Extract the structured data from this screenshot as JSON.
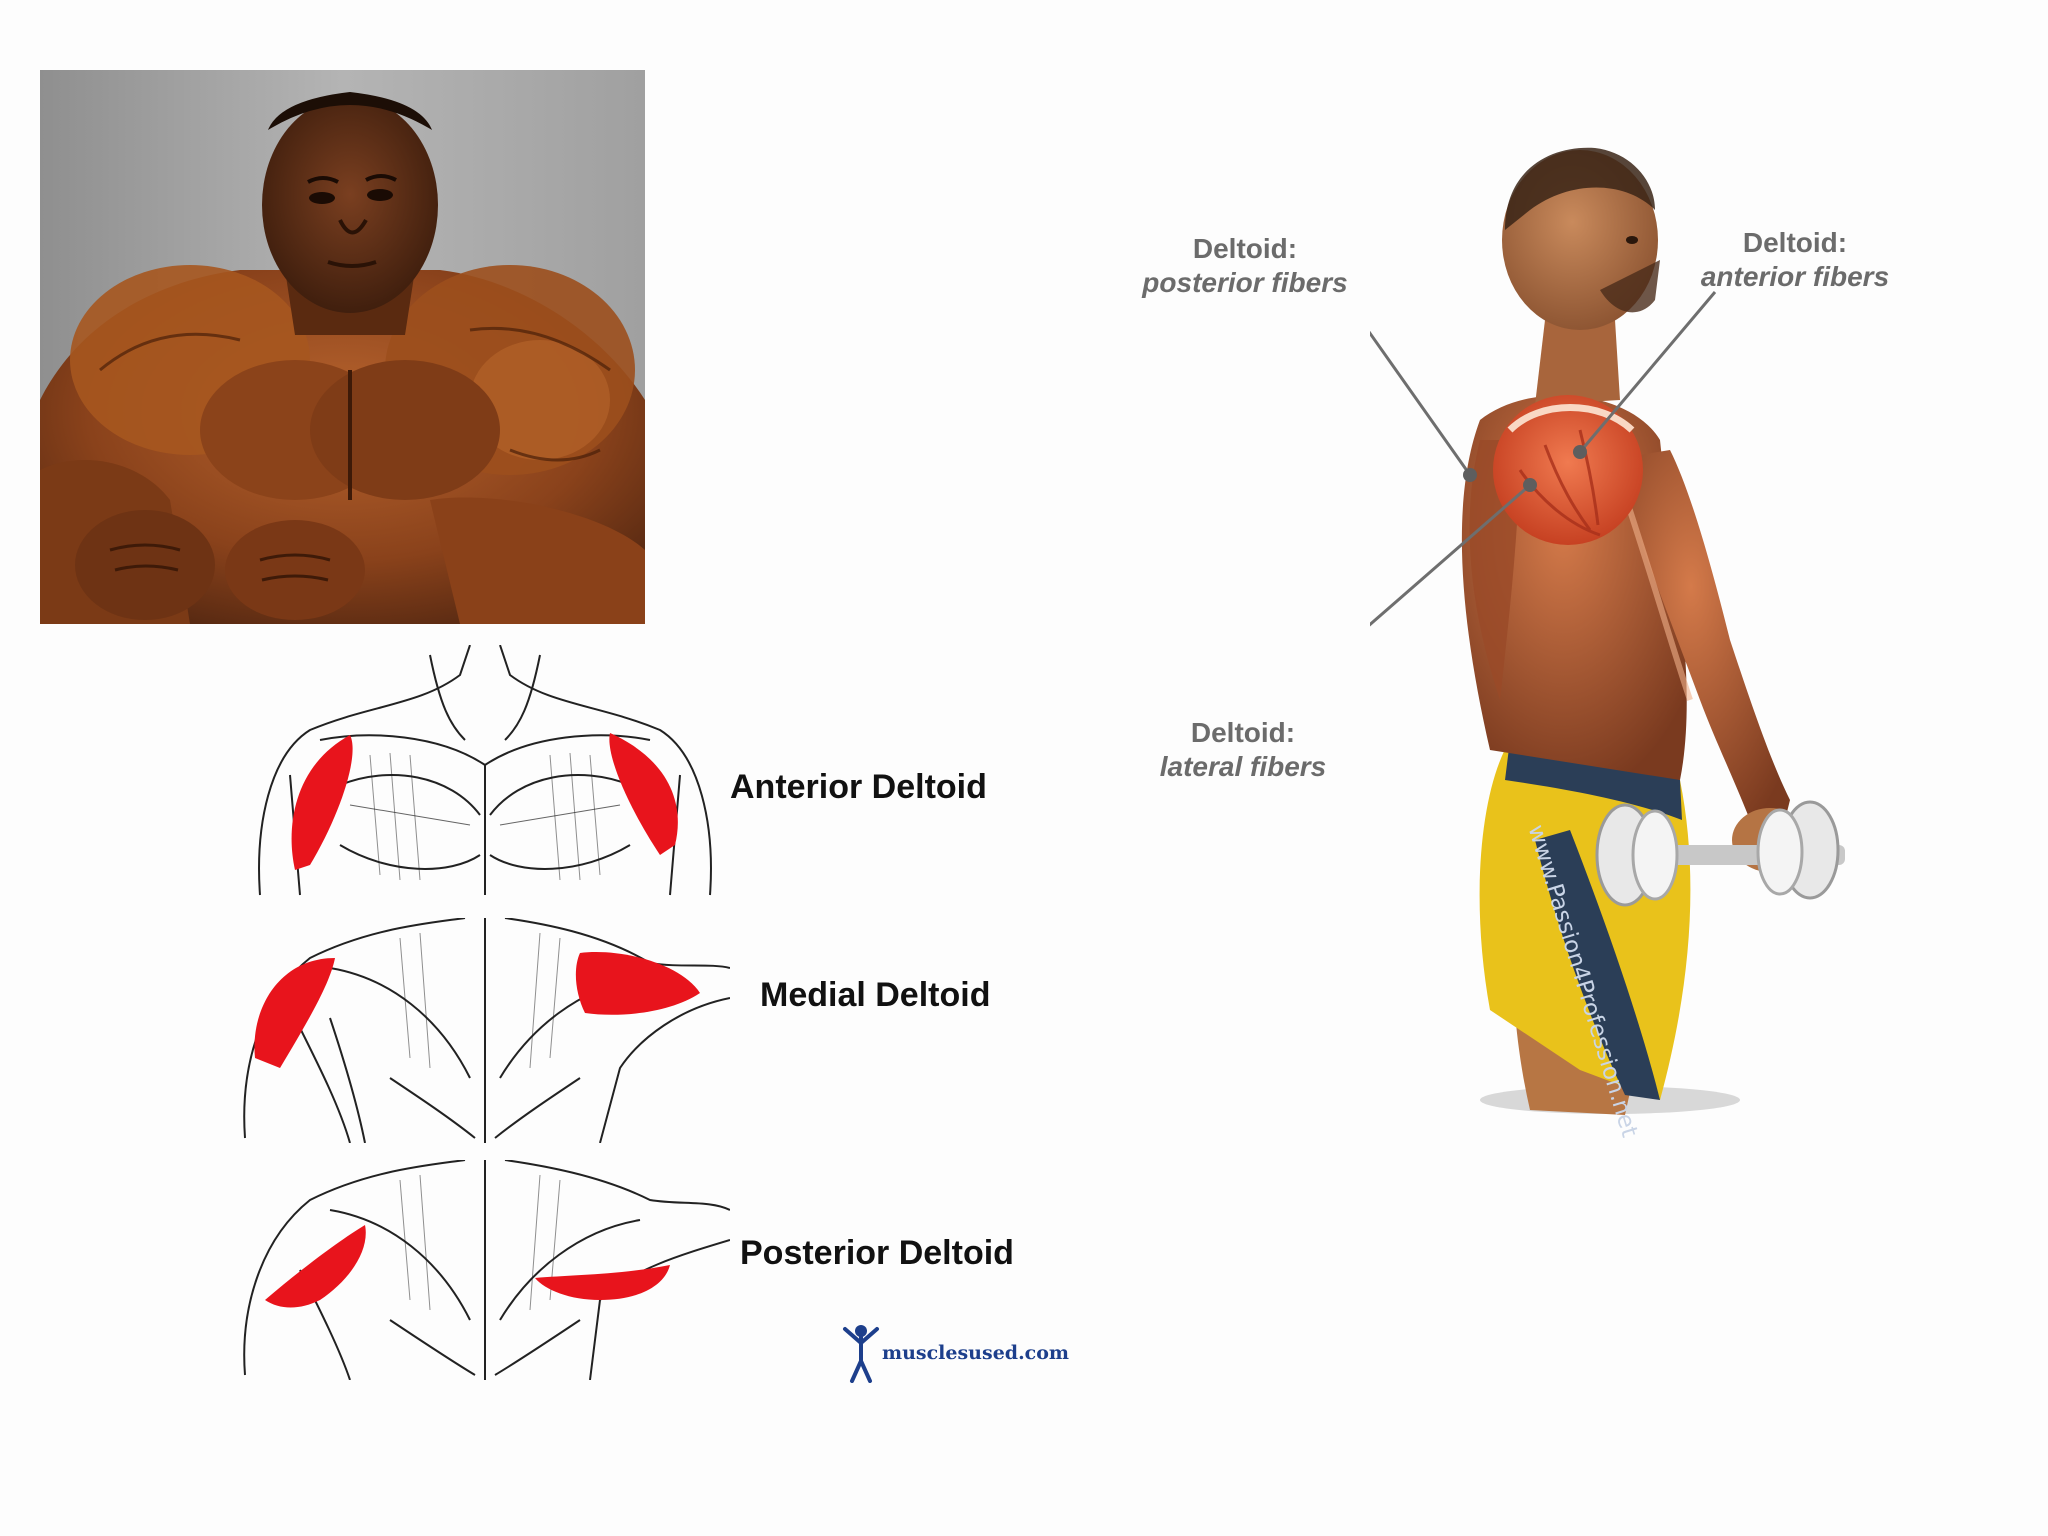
{
  "diagram": {
    "labels": {
      "anterior": "Anterior Deltoid",
      "medial": "Medial Deltoid",
      "posterior": "Posterior Deltoid"
    },
    "logo_text": "musclesused.com"
  },
  "annotations": {
    "posterior": {
      "title": "Deltoid:",
      "sub": "posterior fibers"
    },
    "anterior": {
      "title": "Deltoid:",
      "sub": "anterior fibers"
    },
    "lateral": {
      "title": "Deltoid:",
      "sub": "lateral fibers"
    }
  },
  "watermark": "www.Passion4Profession.net",
  "colors": {
    "muscle_highlight": "#e8141c",
    "annotation_text": "#6b6b6b",
    "shorts_yellow": "#e9c21b",
    "shorts_navy": "#2b3e57",
    "skin": "#b8703f"
  }
}
